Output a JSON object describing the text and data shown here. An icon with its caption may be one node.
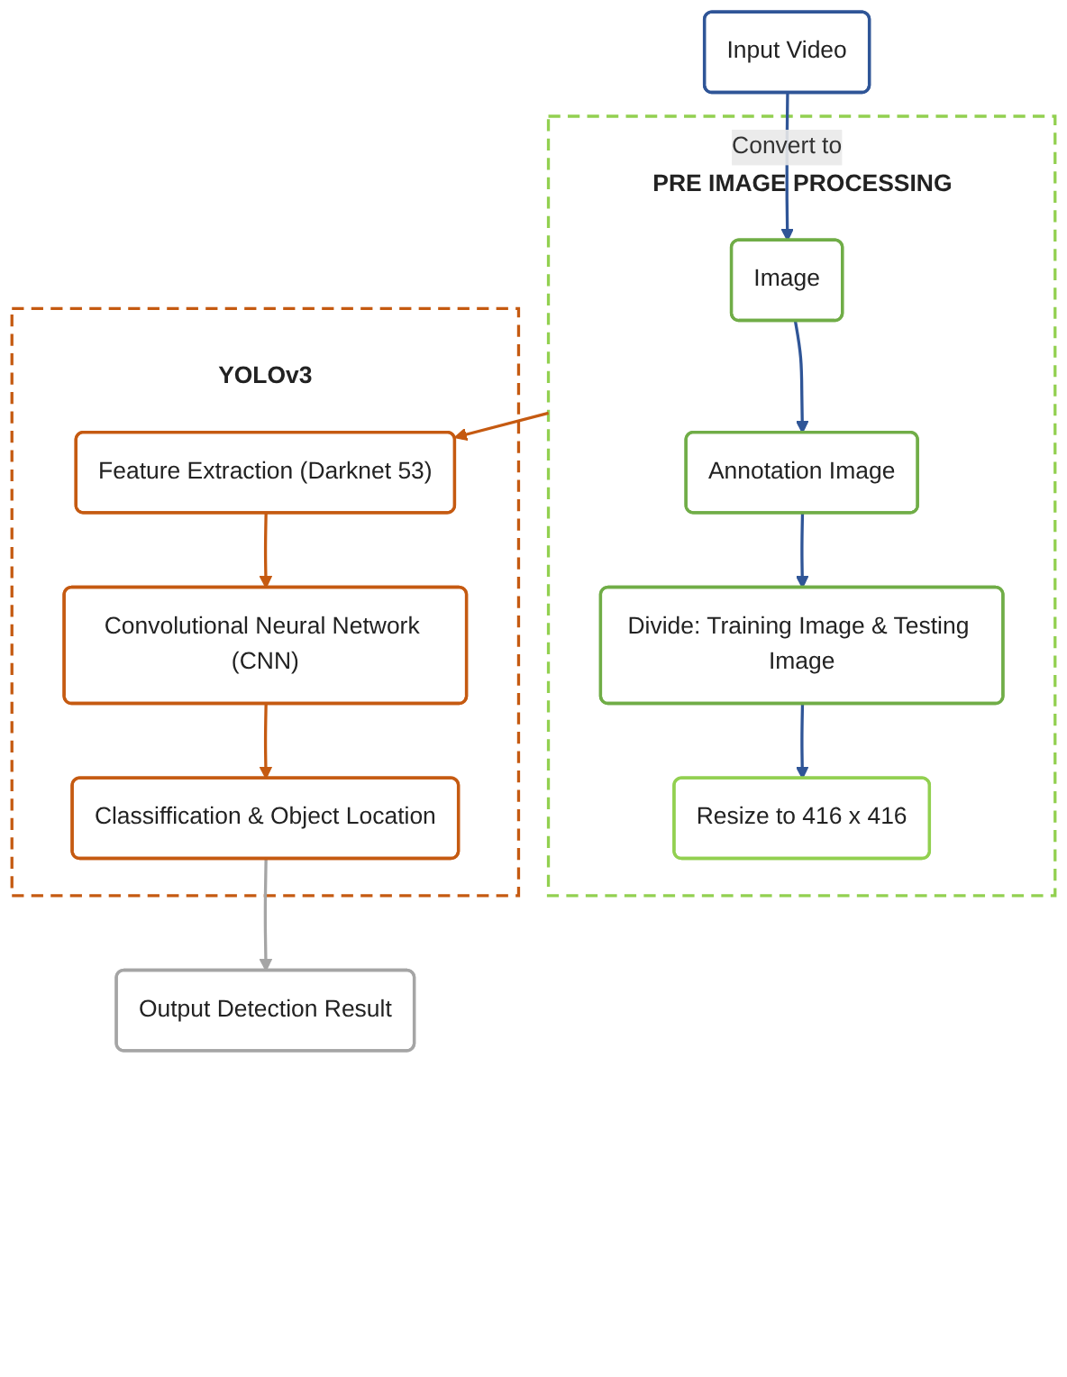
{
  "diagram": {
    "nodes": [
      {
        "text": [
          "Input Video"
        ]
      },
      {
        "text": [
          "PRE IMAGE PROCESSING"
        ]
      },
      {
        "text": [
          "Image"
        ],
        "in": 1
      },
      {
        "text": [
          "Annotation Image"
        ],
        "in": 1
      },
      {
        "text": [
          "Divide: Training Image & Testing Image"
        ],
        "in": 1
      },
      {
        "text": [
          "Resize to 416 x 416"
        ],
        "in": 1
      },
      {
        "text": [
          "Output Detection Result"
        ]
      },
      {
        "text": [
          "YOLOv3"
        ]
      },
      {
        "text": [
          "Feature Extraction (Darknet 53)"
        ],
        "in": 7
      },
      {
        "text": [
          "Convolutional Neural Network (CNN)"
        ],
        "in": 7
      },
      {
        "text": [
          "Classiffication & Object Location"
        ],
        "in": 7
      }
    ],
    "edges": [
      {
        "from": 0,
        "to": 2,
        "arrow": "to",
        "label": "Convert to"
      },
      {
        "from": 2,
        "to": 3,
        "arrow": "to"
      },
      {
        "from": 3,
        "to": 4,
        "arrow": "to"
      },
      {
        "from": 4,
        "to": 5,
        "arrow": "to"
      },
      {
        "from": 1,
        "to": 8,
        "arrow": "to",
        "color": "#c55a11"
      },
      {
        "from": 8,
        "to": 9,
        "arrow": "to",
        "color": "#c55a11"
      },
      {
        "from": 9,
        "to": 10,
        "arrow": "to",
        "color": "#c55a11"
      },
      {
        "from": 10,
        "to": 6,
        "arrow": "to",
        "color": "#a5a5a5"
      }
    ]
  }
}
